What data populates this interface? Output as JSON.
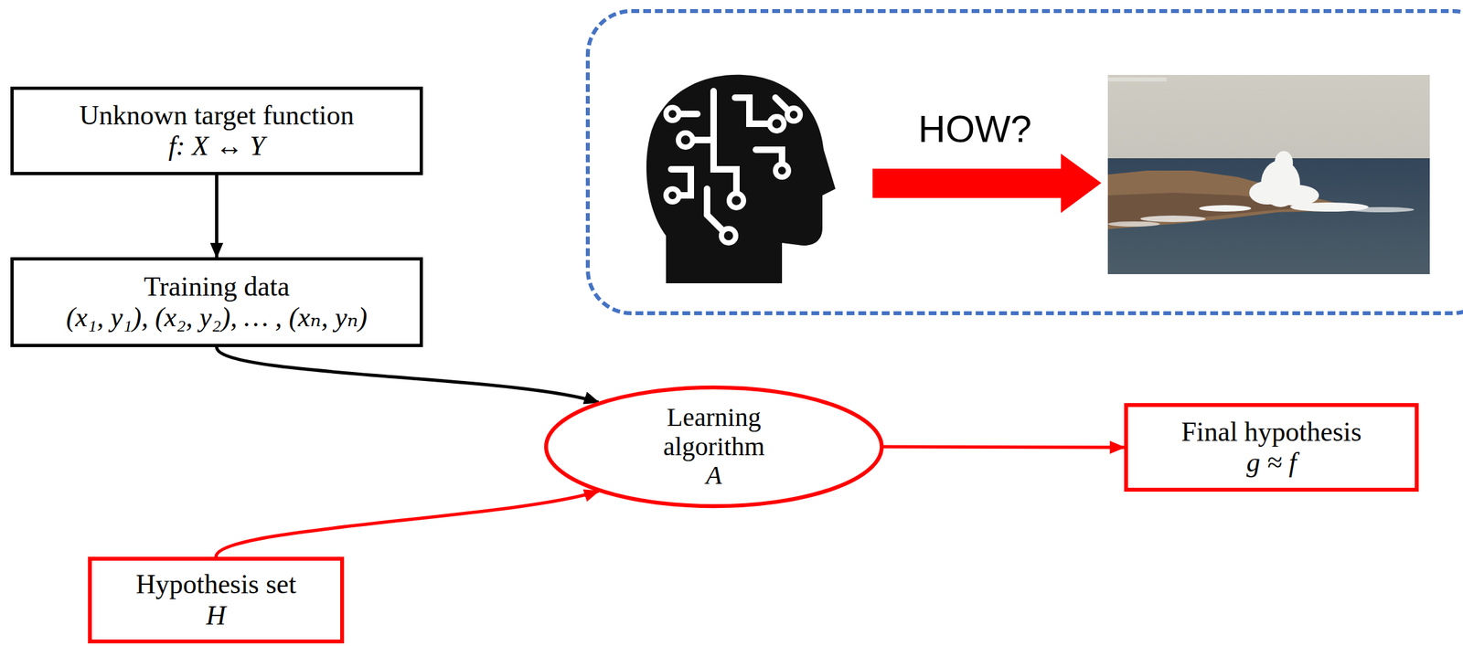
{
  "diagram": {
    "nodes": [
      {
        "text": [
          "Unknown target function",
          "f: X ↔ Y"
        ]
      },
      {
        "text": [
          "Training data",
          "(x₁, y₁), (x₂, y₂), … , (xₙ, yₙ)"
        ]
      },
      {
        "text": [
          "Learning algorithm",
          "A"
        ]
      },
      {
        "text": [
          "Final hypothesis",
          "g ≈ f"
        ]
      },
      {
        "text": [
          "Hypothesis set",
          "H"
        ]
      },
      {
        "text": [
          "HOW?"
        ]
      }
    ],
    "edges": [
      {
        "from": 0,
        "to": 1,
        "arrow": "to"
      },
      {
        "from": 1,
        "to": 2,
        "arrow": "to"
      },
      {
        "from": 4,
        "to": 2,
        "arrow": "to"
      },
      {
        "from": 2,
        "to": 3,
        "arrow": "to"
      }
    ]
  }
}
